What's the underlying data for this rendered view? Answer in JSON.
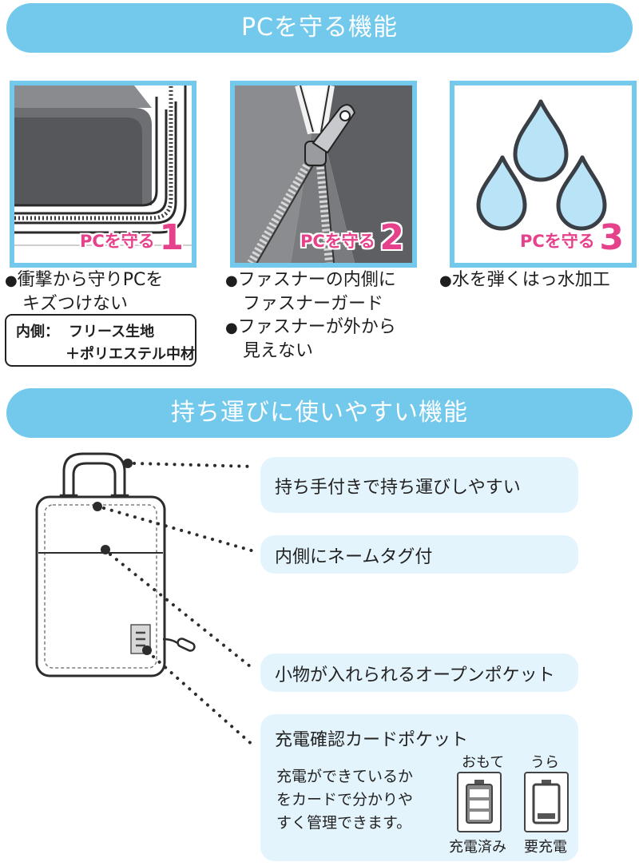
{
  "top_banner": {
    "title": "PCを守る機能"
  },
  "panels": [
    {
      "protect_text": "PCを守る",
      "protect_number": "1",
      "features": [
        {
          "bullet": "●",
          "lines": [
            "衝撃から守りPCを",
            "キズつけない"
          ]
        }
      ],
      "material_box": {
        "label": "内側：",
        "line1": "フリース生地",
        "line2": "＋ポリエステル中材"
      }
    },
    {
      "protect_text": "PCを守る",
      "protect_number": "2",
      "features": [
        {
          "bullet": "●",
          "lines": [
            "ファスナーの内側に",
            "ファスナーガード"
          ]
        },
        {
          "bullet": "●",
          "lines": [
            "ファスナーが外から",
            "見えない"
          ]
        }
      ]
    },
    {
      "protect_text": "PCを守る",
      "protect_number": "3",
      "features": [
        {
          "bullet": "●",
          "lines": [
            "水を弾くはっ水加工"
          ]
        }
      ]
    }
  ],
  "bottom_banner": {
    "title": "持ち運びに使いやすい機能"
  },
  "callouts": {
    "handle": "持ち手付きで持ち運びしやすい",
    "name_tag": "内側にネームタグ付",
    "open_pocket": "小物が入れられるオープンポケット",
    "card_pocket": {
      "title": "充電確認カードポケット",
      "body": [
        "充電ができているか",
        "をカードで分かりや",
        "すく管理できます。"
      ],
      "front_label": "おもて",
      "back_label": "うら",
      "charged_label": "充電済み",
      "needs_charge_label": "要充電"
    }
  },
  "colors": {
    "banner": "#72c9ec",
    "callout_bg": "#e4f4fc",
    "accent_pink": "#e6418b",
    "drop_fill": "#b9e3f7",
    "drop_outline": "#3a3f45"
  },
  "icons": {
    "panel1": "pc-case-corner-icon",
    "panel2": "zipper-icon",
    "panel3": "water-drops-icon",
    "bag": "pc-bag-illustration",
    "battery_full": "battery-full-icon",
    "battery_low": "battery-low-icon"
  }
}
